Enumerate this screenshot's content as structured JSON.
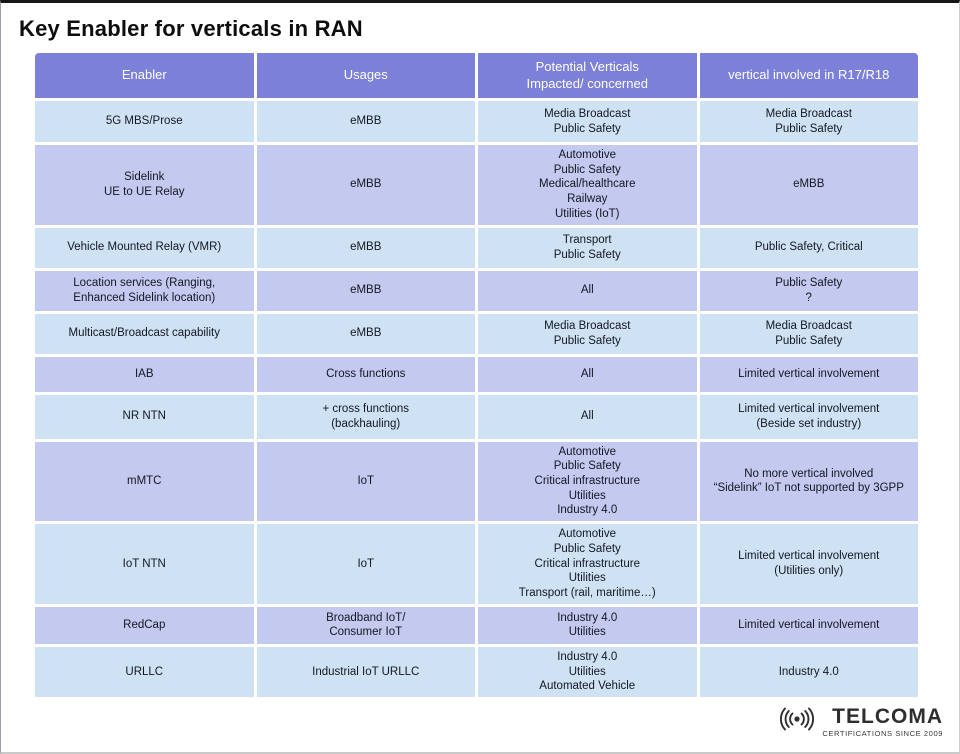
{
  "page": {
    "title": "Key Enabler for verticals in RAN"
  },
  "colors": {
    "header_bg": "#7c80d8",
    "row_light": "#cfe2f4",
    "row_lavender": "#c4c9f0",
    "header_text": "#ffffff",
    "body_text": "#131722",
    "page_bg": "#ffffff"
  },
  "table": {
    "headers": [
      "Enabler",
      "Usages",
      [
        "Potential Verticals",
        "Impacted/ concerned"
      ],
      "vertical involved in R17/R18"
    ],
    "rows": [
      {
        "cells": [
          "5G MBS/Prose",
          "eMBB",
          [
            "Media Broadcast",
            "Public Safety"
          ],
          [
            "Media Broadcast",
            "Public Safety"
          ]
        ]
      },
      {
        "cells": [
          [
            "Sidelink",
            "UE to UE Relay"
          ],
          "eMBB",
          [
            "Automotive",
            "Public Safety",
            "Medical/healthcare",
            "Railway",
            "Utilities (IoT)"
          ],
          "eMBB"
        ]
      },
      {
        "cells": [
          "Vehicle Mounted Relay (VMR)",
          "eMBB",
          [
            "Transport",
            "Public Safety"
          ],
          "Public Safety, Critical"
        ]
      },
      {
        "cells": [
          [
            "Location services (Ranging,",
            "Enhanced Sidelink location)"
          ],
          "eMBB",
          "All",
          [
            "Public Safety",
            "?"
          ]
        ]
      },
      {
        "cells": [
          "Multicast/Broadcast capability",
          "eMBB",
          [
            "Media Broadcast",
            "Public Safety"
          ],
          [
            "Media Broadcast",
            "Public Safety"
          ]
        ]
      },
      {
        "cells": [
          "IAB",
          "Cross functions",
          "All",
          "Limited vertical involvement"
        ]
      },
      {
        "cells": [
          "NR NTN",
          [
            "+ cross functions",
            "(backhauling)"
          ],
          "All",
          [
            "Limited vertical involvement",
            "(Beside set industry)"
          ]
        ]
      },
      {
        "cells": [
          "mMTC",
          "IoT",
          [
            "Automotive",
            "Public Safety",
            "Critical infrastructure",
            "Utilities",
            "Industry 4.0"
          ],
          [
            "No more vertical involved",
            "“Sidelink” IoT not supported by 3GPP"
          ]
        ]
      },
      {
        "cells": [
          "IoT NTN",
          "IoT",
          [
            "Automotive",
            "Public Safety",
            "Critical infrastructure",
            "Utilities",
            "Transport (rail, maritime…)"
          ],
          [
            "Limited vertical involvement",
            "(Utilities only)"
          ]
        ]
      },
      {
        "cells": [
          "RedCap",
          [
            "Broadband IoT/",
            "Consumer IoT"
          ],
          [
            "Industry 4.0",
            "Utilities"
          ],
          "Limited vertical involvement"
        ]
      },
      {
        "cells": [
          "URLLC",
          "Industrial IoT URLLC",
          [
            "Industry 4.0",
            "Utilities",
            "Automated Vehicle"
          ],
          "Industry 4.0"
        ]
      }
    ]
  },
  "footer": {
    "brand": "TELCOMA",
    "tagline": "CERTIFICATIONS SINCE 2009"
  }
}
